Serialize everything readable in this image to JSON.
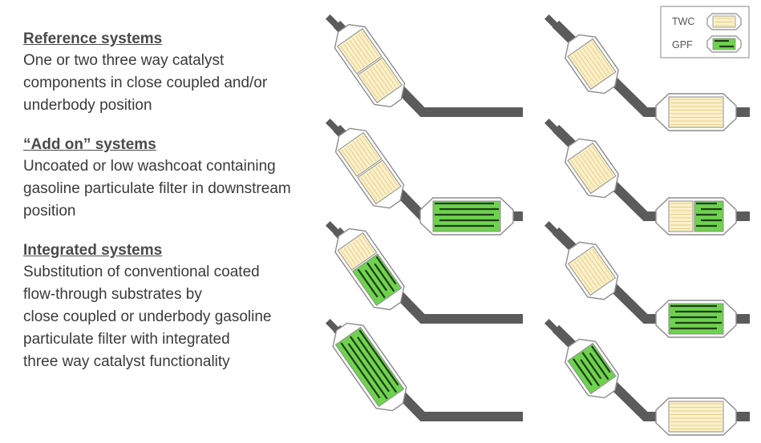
{
  "sections": [
    {
      "heading": "Reference systems",
      "lines": [
        "One or two three way catalyst",
        "components in close coupled and/or",
        "underbody position"
      ]
    },
    {
      "heading": "“Add on” systems",
      "lines": [
        "Uncoated or low washcoat containing",
        "gasoline particulate filter in downstream",
        "position"
      ]
    },
    {
      "heading": "Integrated systems",
      "lines": [
        "Substitution of conventional coated",
        "flow-through substrates by",
        "close coupled or underbody gasoline",
        "particulate filter with integrated",
        "three way catalyst functionality"
      ]
    }
  ],
  "legend": {
    "twc_label": "TWC",
    "gpf_label": "GPF"
  },
  "colors": {
    "twc_fill": "#fbf0c8",
    "twc_lines": "#e3cf92",
    "gpf_fill": "#6fd24f",
    "gpf_channels": "#1f3d14",
    "pipe": "#5b5b5b",
    "text": "#3a3a3a"
  }
}
